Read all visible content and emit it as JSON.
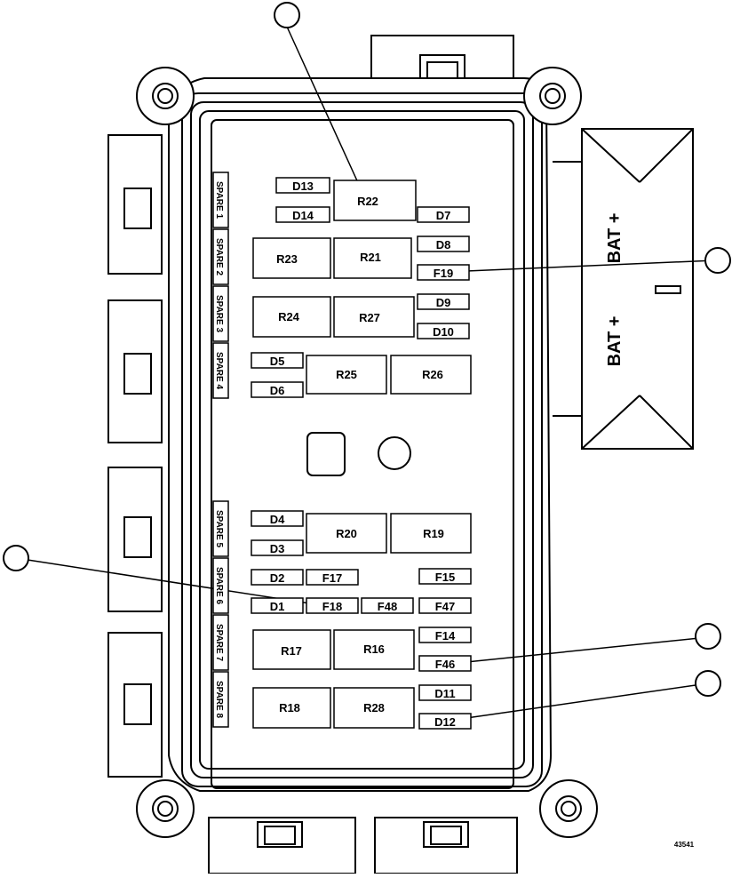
{
  "figure_number": "43541",
  "bat_labels": [
    "BAT +",
    "BAT +"
  ],
  "spare_slots": [
    "SPARE 1",
    "SPARE 2",
    "SPARE 3",
    "SPARE 4",
    "SPARE 5",
    "SPARE 6",
    "SPARE 7",
    "SPARE 8"
  ],
  "components": {
    "d13": "D13",
    "d14": "D14",
    "d7": "D7",
    "d8": "D8",
    "f19": "F19",
    "d9": "D9",
    "d10": "D10",
    "d5": "D5",
    "d6": "D6",
    "d4": "D4",
    "d3": "D3",
    "d2": "D2",
    "d1": "D1",
    "f17": "F17",
    "f18": "F18",
    "f48": "F48",
    "f15": "F15",
    "f47": "F47",
    "f14": "F14",
    "f46": "F46",
    "d11": "D11",
    "d12": "D12",
    "r22": "R22",
    "r23": "R23",
    "r21": "R21",
    "r24": "R24",
    "r27": "R27",
    "r25": "R25",
    "r26": "R26",
    "r20": "R20",
    "r19": "R19",
    "r17": "R17",
    "r16": "R16",
    "r18": "R18",
    "r28": "R28"
  }
}
